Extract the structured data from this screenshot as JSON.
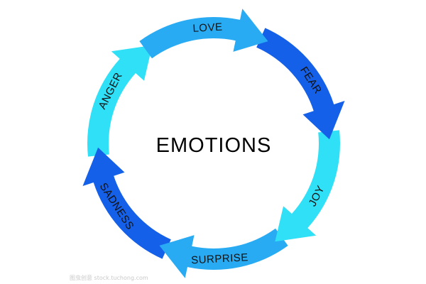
{
  "diagram": {
    "title": "EMOTIONS",
    "segments": [
      {
        "label": "LOVE",
        "color": "#29abf4"
      },
      {
        "label": "FEAR",
        "color": "#1560e8"
      },
      {
        "label": "JOY",
        "color": "#2fe0f7"
      },
      {
        "label": "SURPRISE",
        "color": "#29abf4"
      },
      {
        "label": "SADNESS",
        "color": "#1560e8"
      },
      {
        "label": "ANGER",
        "color": "#2fe0f7"
      }
    ]
  },
  "watermark": {
    "text": "图虫创意 stock.tuchong.com"
  }
}
